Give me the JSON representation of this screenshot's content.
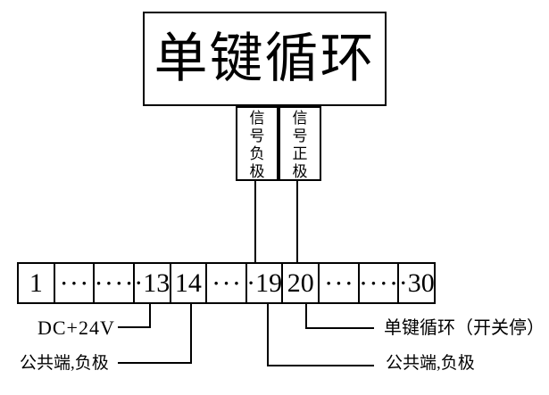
{
  "device": {
    "label": "单键循环"
  },
  "signals": [
    {
      "label": "信号负极"
    },
    {
      "label": "信号正极"
    }
  ],
  "terminal_strip": {
    "cells": [
      "1",
      "···",
      "····",
      "·13",
      "14",
      "···",
      "·19",
      "20",
      "···",
      "····",
      "·30"
    ]
  },
  "annotations": {
    "dc24v": "DC+24V",
    "common_left": "公共端,负极",
    "single_key_cycle": "单键循环（开关停）",
    "common_right": "公共端,负极"
  },
  "colors": {
    "line": "#000000",
    "background": "#ffffff"
  }
}
